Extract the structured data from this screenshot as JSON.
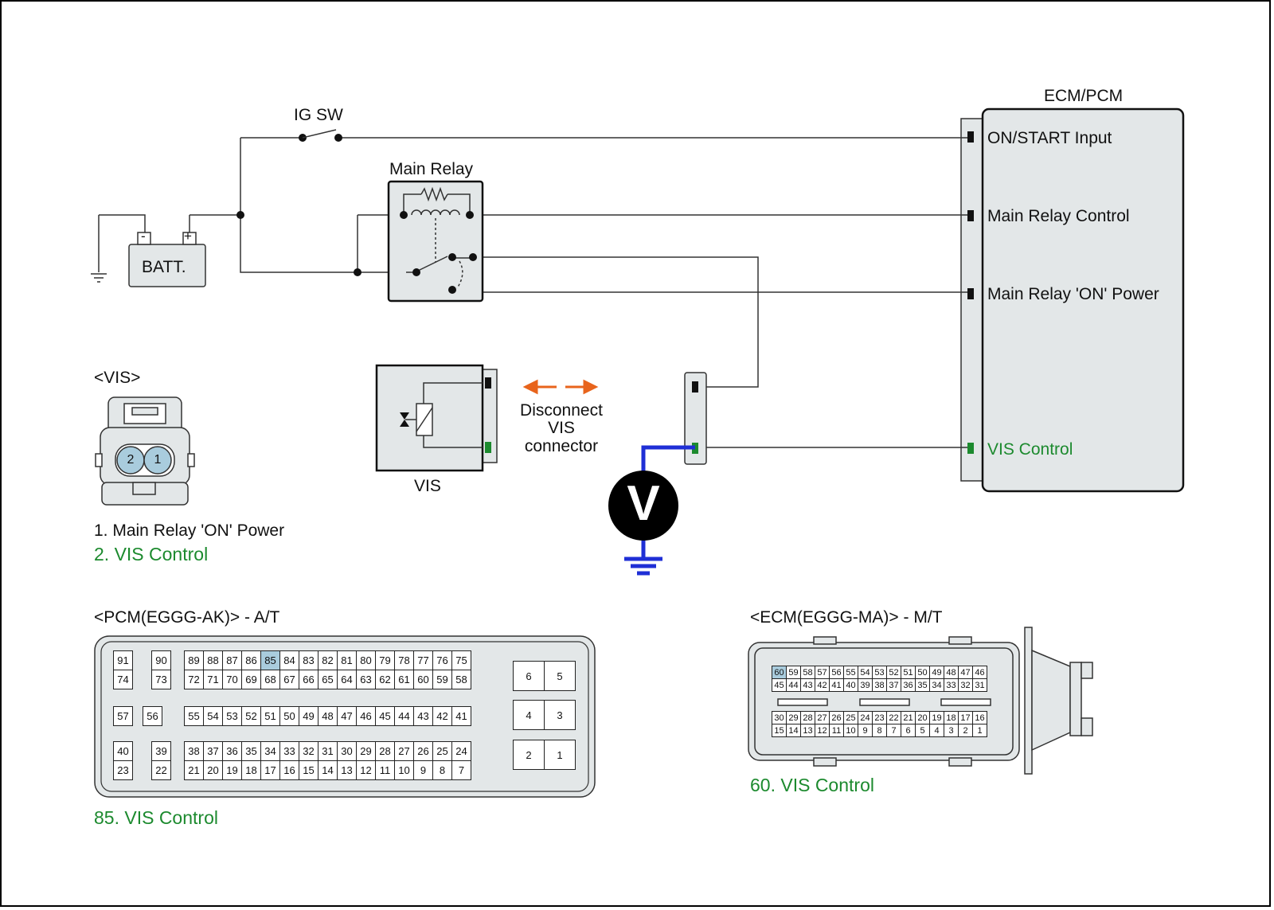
{
  "labels": {
    "ig_sw": "IG SW",
    "main_relay": "Main Relay",
    "batt": "BATT.",
    "batt_minus": "-",
    "batt_plus": "+",
    "ecm_title": "ECM/PCM",
    "ecm_pins": [
      "ON/START Input",
      "Main Relay Control",
      "Main Relay 'ON' Power",
      "VIS Control"
    ],
    "vis_component": "VIS",
    "disconnect": [
      "Disconnect",
      "VIS",
      "connector"
    ],
    "voltmeter": "V"
  },
  "vis_connector": {
    "title": "<VIS>",
    "pins": [
      "2",
      "1"
    ],
    "legend": [
      "1. Main Relay 'ON' Power",
      "2. VIS Control"
    ]
  },
  "pcm_connector": {
    "title": "<PCM(EGGG-AK)> - A/T",
    "legend": "85. VIS Control",
    "highlight": "85",
    "left_rows": [
      [
        "91",
        "90"
      ],
      [
        "74",
        "73"
      ],
      [
        "57",
        "56"
      ],
      [
        "40",
        "39"
      ],
      [
        "23",
        "22"
      ]
    ],
    "main_rows": [
      [
        "89",
        "88",
        "87",
        "86",
        "85",
        "84",
        "83",
        "82",
        "81",
        "80",
        "79",
        "78",
        "77",
        "76",
        "75"
      ],
      [
        "72",
        "71",
        "70",
        "69",
        "68",
        "67",
        "66",
        "65",
        "64",
        "63",
        "62",
        "61",
        "60",
        "59",
        "58"
      ],
      [
        "55",
        "54",
        "53",
        "52",
        "51",
        "50",
        "49",
        "48",
        "47",
        "46",
        "45",
        "44",
        "43",
        "42",
        "41"
      ],
      [
        "38",
        "37",
        "36",
        "35",
        "34",
        "33",
        "32",
        "31",
        "30",
        "29",
        "28",
        "27",
        "26",
        "25",
        "24"
      ],
      [
        "21",
        "20",
        "19",
        "18",
        "17",
        "16",
        "15",
        "14",
        "13",
        "12",
        "11",
        "10",
        "9",
        "8",
        "7"
      ]
    ],
    "right_rows": [
      [
        "6",
        "5"
      ],
      [
        "4",
        "3"
      ],
      [
        "2",
        "1"
      ]
    ]
  },
  "ecm_connector": {
    "title": "<ECM(EGGG-MA)> - M/T",
    "legend": "60. VIS Control",
    "highlight": "60",
    "rows": [
      [
        "60",
        "59",
        "58",
        "57",
        "56",
        "55",
        "54",
        "53",
        "52",
        "51",
        "50",
        "49",
        "48",
        "47",
        "46"
      ],
      [
        "45",
        "44",
        "43",
        "42",
        "41",
        "40",
        "39",
        "38",
        "37",
        "36",
        "35",
        "34",
        "33",
        "32",
        "31"
      ],
      [
        "30",
        "29",
        "28",
        "27",
        "26",
        "25",
        "24",
        "23",
        "22",
        "21",
        "20",
        "19",
        "18",
        "17",
        "16"
      ],
      [
        "15",
        "14",
        "13",
        "12",
        "11",
        "10",
        "9",
        "8",
        "7",
        "6",
        "5",
        "4",
        "3",
        "2",
        "1"
      ]
    ]
  },
  "colors": {
    "wire": "#333333",
    "meter_wire": "#1f2fd6",
    "arrow": "#e8641c",
    "label_green": "#1c8a2e",
    "highlight": "#a9ccdd",
    "panel": "#e3e7e8"
  }
}
